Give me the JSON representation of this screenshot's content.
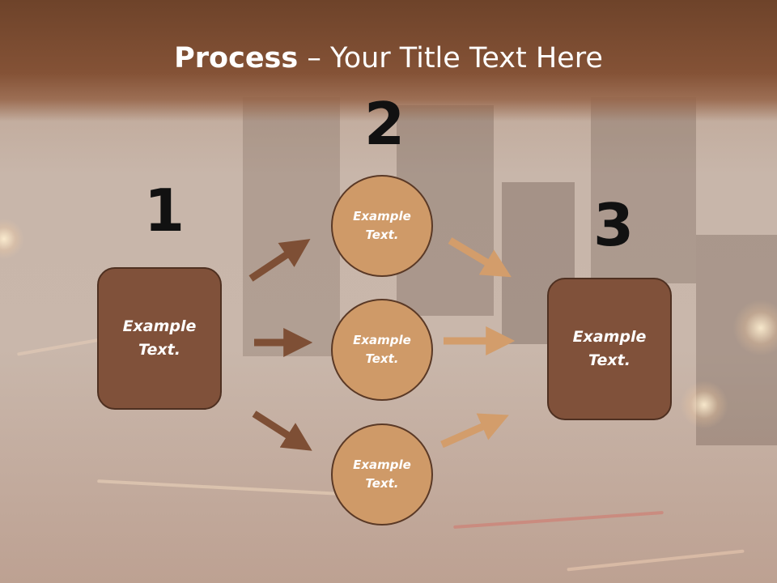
{
  "slide": {
    "title_bold": "Process",
    "title_rest": " – Your Title Text Here"
  },
  "steps": [
    {
      "number": "1",
      "label": "Example\nText."
    },
    {
      "number": "2",
      "nodes": [
        "Example\nText.",
        "Example\nText.",
        "Example\nText."
      ]
    },
    {
      "number": "3",
      "label": "Example\nText."
    }
  ],
  "colors": {
    "header": "#7a4a2f",
    "box_fill": "#80513a",
    "circle_fill": "#cf9a68",
    "arrow_dark": "#7e4f35",
    "arrow_light": "#d39d6b"
  }
}
